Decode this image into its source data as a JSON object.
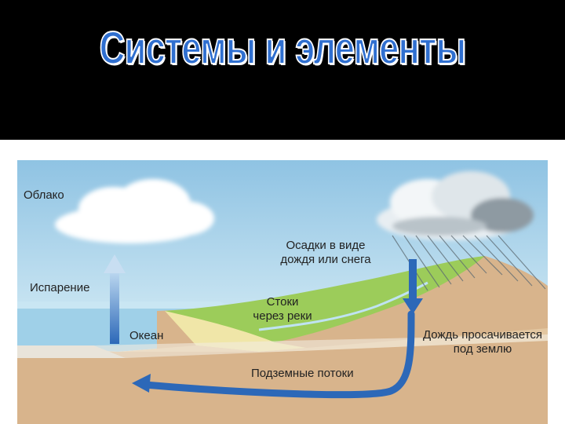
{
  "title": "Системы и элементы",
  "diagram": {
    "labels": {
      "cloud": "Облако",
      "evaporation": "Испарение",
      "ocean": "Океан",
      "precipitation_line1": "Осадки в виде",
      "precipitation_line2": "дождя или снега",
      "runoff_line1": "Стоки",
      "runoff_line2": "через реки",
      "infiltration_line1": "Дождь просачивается",
      "infiltration_line2": "под землю",
      "groundwater": "Подземные потоки"
    },
    "colors": {
      "sky": "#a9d3ea",
      "ocean": "#9fd0e8",
      "grass": "#9ccc5a",
      "sand": "#f0e6a8",
      "soil": "#d8b48c",
      "arrow": "#2c68b8"
    }
  }
}
